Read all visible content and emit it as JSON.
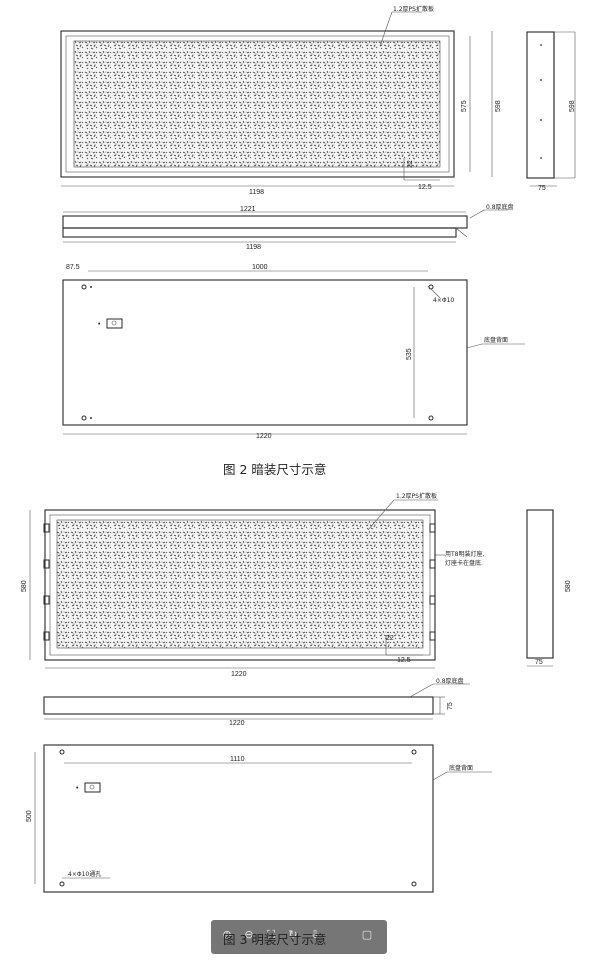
{
  "figure2": {
    "caption": "图 2 暗装尺寸示意",
    "front": {
      "diffuser_label": "1.2厚PS扩散板",
      "width": "1198",
      "height_outer": "598",
      "height_inner": "575",
      "corner_a": "22",
      "corner_b": "12.5"
    },
    "side": {
      "height": "598",
      "depth": "75"
    },
    "top_view": {
      "top_width": "1221",
      "bottom_width": "1198",
      "tray_label": "0.8厚底盘"
    },
    "back": {
      "offset": "87.5",
      "hole_span": "1000",
      "holes": "4×Φ10",
      "back_label": "底盘背面",
      "hole_height": "535",
      "width": "1220"
    }
  },
  "figure3": {
    "caption": "图 3 明装尺寸示意",
    "front": {
      "diffuser_label": "1.2厚PS扩散板",
      "height": "580",
      "width": "1220",
      "corner_a": "22",
      "corner_b": "12.5",
      "lamp_note_1": "用T8明装灯座,",
      "lamp_note_2": "灯座卡在盘底."
    },
    "side": {
      "height": "580",
      "depth": "75"
    },
    "top_view": {
      "width": "1220",
      "depth": "75",
      "tray_label": "0.8厚底盘"
    },
    "back": {
      "hole_span": "1110",
      "back_label": "底盘背面",
      "hole_height": "500",
      "holes": "4×Φ10通孔"
    }
  }
}
